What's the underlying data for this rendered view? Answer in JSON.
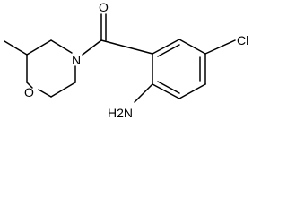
{
  "molecule": {
    "atoms": {
      "O_carbonyl": "O",
      "N_ring": "N",
      "O_ring": "O",
      "Cl": "Cl",
      "NH2": "H2N"
    }
  }
}
